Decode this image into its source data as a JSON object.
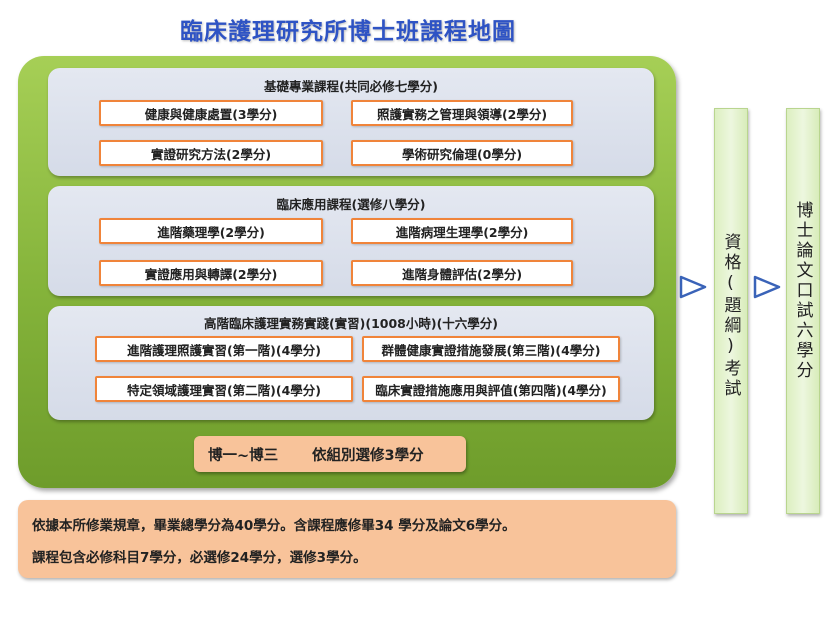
{
  "title": "臨床護理研究所博士班課程地圖",
  "sections": [
    {
      "title": "基礎專業課程(共同必修七學分)",
      "courses": [
        "健康與健康處置(3學分)",
        "照護實務之管理與領導(2學分)",
        "實證研究方法(2學分)",
        "學術研究倫理(0學分)"
      ]
    },
    {
      "title": "臨床應用課程(選修八學分)",
      "courses": [
        "進階藥理學(2學分)",
        "進階病理生理學(2學分)",
        "實證應用與轉譯(2學分)",
        "進階身體評估(2學分)"
      ]
    },
    {
      "title": "高階臨床護理實務實踐(實習)(1008小時)(十六學分)",
      "courses": [
        "進階護理照護實習(第一階)(4學分)",
        "群體健康實證措施發展(第三階)(4學分)",
        "特定領域護理實習(第二階)(4學分)",
        "臨床實證措施應用與評值(第四階)(4學分)"
      ]
    }
  ],
  "elective": {
    "years": "博一~博三",
    "text": "依組別選修3學分"
  },
  "notes": [
    "依據本所修業規章，畢業總學分為40學分。含課程應修畢34 學分及論文6學分。",
    "課程包含必修科目7學分，必選修24學分，選修3學分。"
  ],
  "qualifying_exam": "資格(題綱)考試",
  "dissertation": "博士論文口試六學分",
  "colors": {
    "title": "#2e53c4",
    "frame": "#8cbc3f",
    "course_border": "#f0843a",
    "note_bg": "#f8c39a",
    "bar_bg": "#e6f3d2"
  }
}
